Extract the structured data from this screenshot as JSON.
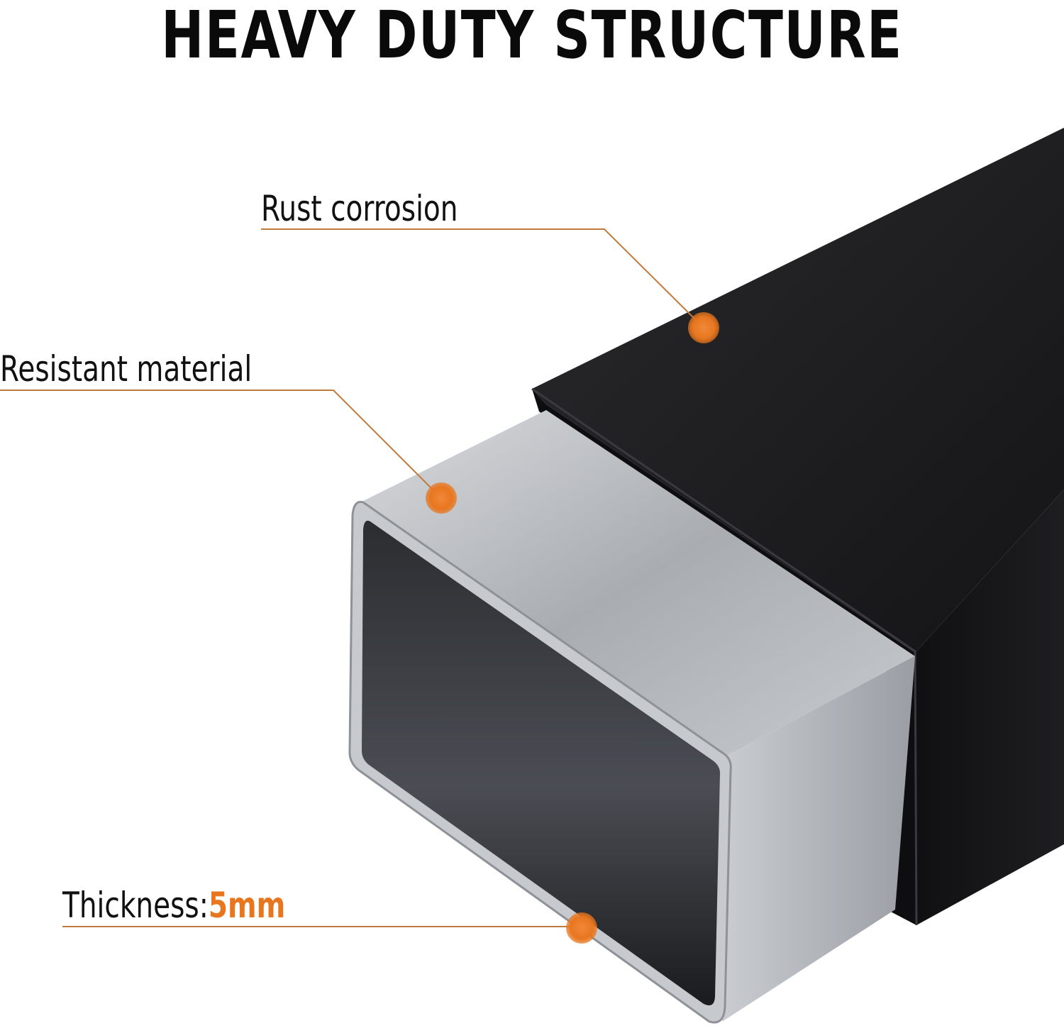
{
  "headline": "HEAVY DUTY STRUCTURE",
  "callouts": {
    "rust": "Rust corrosion",
    "resistant": "Resistant material",
    "thickness_label": "Thickness:",
    "thickness_value": "5mm"
  },
  "colors": {
    "accent": "#e8761f",
    "leader_line": "#c07a3c",
    "outer_tube": "#1c1c1e",
    "inner_tube": "#b9bcc0"
  }
}
